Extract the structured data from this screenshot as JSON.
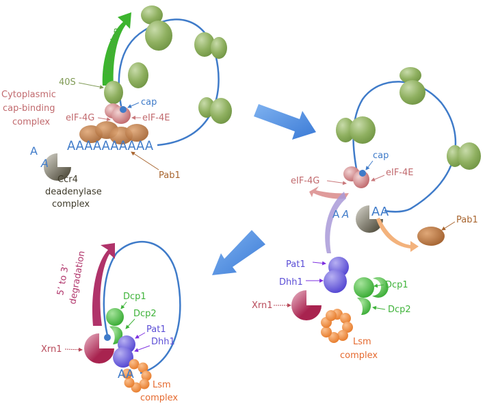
{
  "colors": {
    "mrna": "#3f7bc9",
    "ribosome": "#8fb060",
    "translation_arrow": "#3cb52e",
    "degradation_arrow": "#b0336a",
    "step_arrow": "#4a8ae0",
    "cap_complex": "#c9797c",
    "pab1": "#a8652f",
    "ccr4": "#4d4a38",
    "pat1_dhh1": "#5c4fd6",
    "dcp": "#3fb33a",
    "xrn1": "#a8234f",
    "lsm": "#ef8a3c"
  },
  "panel1": {
    "translation_label": "translation",
    "label_40s": "40S",
    "cap_binding_complex_label": [
      "Cytoplasmic",
      "cap-binding",
      "complex"
    ],
    "cap_label": "cap",
    "eif4g_label": "eIF-4G",
    "eif4e_label": "eIF-4E",
    "polya_text": "AAAAAAAAAA",
    "loose_a": [
      "A",
      "A"
    ],
    "pab1_label": "Pab1",
    "ccr4_label": [
      "Ccr4",
      "deadenylase",
      "complex"
    ]
  },
  "panel2": {
    "cap_label": "cap",
    "eif4g_label": "eIF-4G",
    "eif4e_label": "eIF-4E",
    "polya_text": "AA",
    "loose_a": [
      "A",
      "A"
    ],
    "pab1_label": "Pab1",
    "pat1_label": "Pat1",
    "dhh1_label": "Dhh1",
    "dcp1_label": "Dcp1",
    "dcp2_label": "Dcp2",
    "xrn1_label": "Xrn1",
    "lsm_label": [
      "Lsm",
      "complex"
    ]
  },
  "panel3": {
    "degradation_label": [
      "5’ to 3’",
      "degradation"
    ],
    "dcp1_label": "Dcp1",
    "dcp2_label": "Dcp2",
    "pat1_label": "Pat1",
    "dhh1_label": "Dhh1",
    "xrn1_label": "Xrn1",
    "polya_text": "AA",
    "lsm_label": [
      "Lsm",
      "complex"
    ]
  }
}
